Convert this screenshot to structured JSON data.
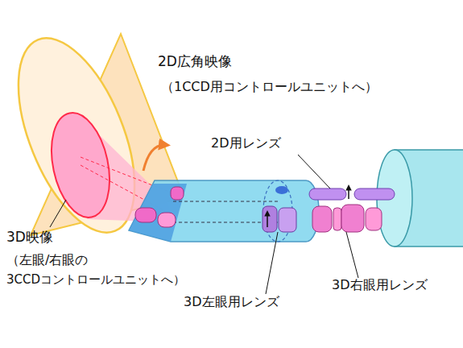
{
  "diagram": {
    "labels": [
      "2D広角映像",
      "（1CCD用コントロールユニットへ）",
      "2D用レンズ",
      "3D映像",
      "（左眼/右眼の",
      "3CCDコントロールユニットへ）",
      "3D左眼用レンズ",
      "3D右眼用レンズ"
    ]
  }
}
